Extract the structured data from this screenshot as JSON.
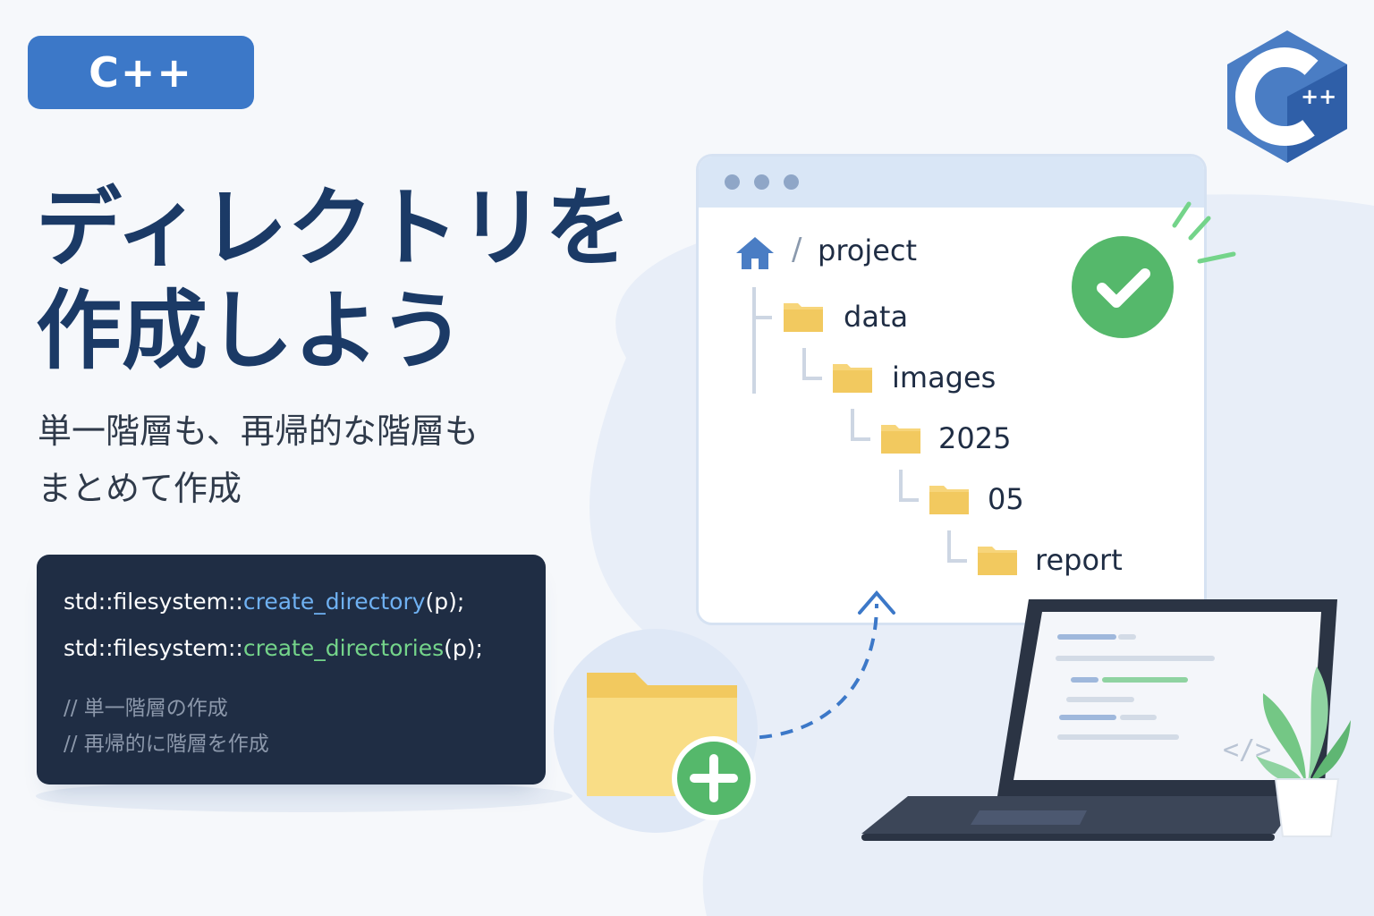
{
  "badge": {
    "label": "C++"
  },
  "title": {
    "line1": "ディレクトリを",
    "line2": "作成しよう"
  },
  "subtitle": {
    "line1": "単一階層も、再帰的な階層も",
    "line2": "まとめて作成"
  },
  "code": {
    "line1": {
      "prefix": "std::filesystem::",
      "func": "create_directory",
      "suffix": "(p);"
    },
    "line2": {
      "prefix": "std::filesystem::",
      "func": "create_directories",
      "suffix": "(p);"
    },
    "comment1": "// 単一階層の作成",
    "comment2": "// 再帰的に階層を作成"
  },
  "tree": {
    "separator": "/",
    "root": "project",
    "items": [
      "data",
      "images",
      "2025",
      "05",
      "report"
    ]
  },
  "logo": {
    "text": "++"
  },
  "icons": [
    "home-icon",
    "folder-icon",
    "check-icon",
    "add-folder-icon",
    "laptop-icon",
    "plant-icon",
    "code-tag-icon",
    "cpp-logo"
  ],
  "colors": {
    "accent": "#3c78c8",
    "title": "#1b3a66",
    "code_bg": "#1f2d44",
    "success": "#55b86b",
    "folder": "#f7d57a"
  }
}
